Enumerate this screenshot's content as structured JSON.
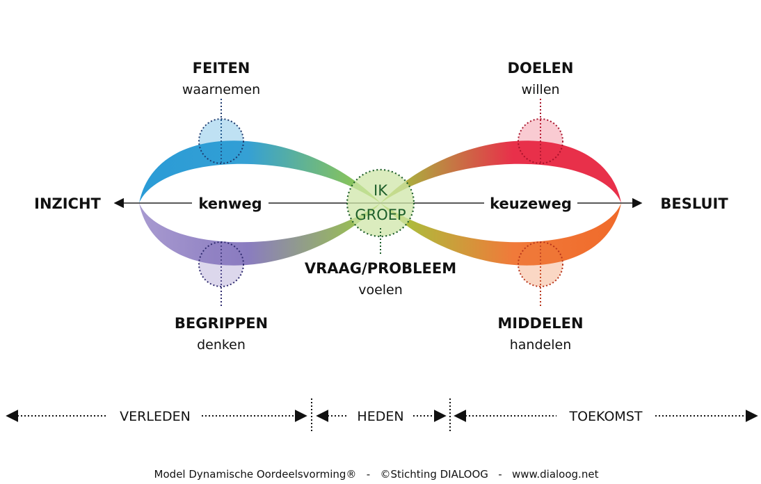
{
  "title": "Model Dynamische Oordeelsvorming",
  "quadrants": {
    "feiten": {
      "title": "FEITEN",
      "verb": "waarnemen",
      "color": "#2a9bd6"
    },
    "doelen": {
      "title": "DOELEN",
      "verb": "willen",
      "color": "#e8304a"
    },
    "begrippen": {
      "title": "BEGRIPPEN",
      "verb": "denken",
      "color": "#8a7cc0"
    },
    "middelen": {
      "title": "MIDDELEN",
      "verb": "handelen",
      "color": "#f07a3a"
    }
  },
  "center": {
    "line1": "IK",
    "line2": "GROEP",
    "title": "VRAAG/PROBLEEM",
    "verb": "voelen",
    "color": "#9ccc3c"
  },
  "axis": {
    "left_end": "INZICHT",
    "right_end": "BESLUIT",
    "left_path": "kenweg",
    "right_path": "keuzeweg"
  },
  "timeline": {
    "past": "VERLEDEN",
    "present": "HEDEN",
    "future": "TOEKOMST"
  },
  "footer": "Model Dynamische Oordeelsvorming®   -   ©Stichting DIALOOG   -   www.dialoog.net"
}
